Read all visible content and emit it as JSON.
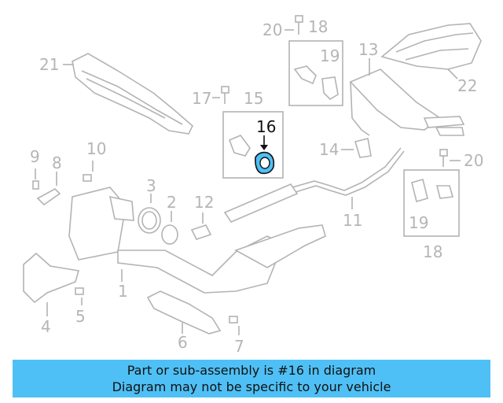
{
  "diagram": {
    "callouts": {
      "c1": "1",
      "c2": "2",
      "c3": "3",
      "c4": "4",
      "c5": "5",
      "c6": "6",
      "c7": "7",
      "c8": "8",
      "c9": "9",
      "c10": "10",
      "c11": "11",
      "c12": "12",
      "c13": "13",
      "c14": "14",
      "c15": "15",
      "c16": "16",
      "c17": "17",
      "c18a": "18",
      "c18b": "18",
      "c19a": "19",
      "c19b": "19",
      "c20a": "20",
      "c20b": "20",
      "c21": "21",
      "c22": "22"
    },
    "highlight_part": "16",
    "highlight_color": "#4fc0f5",
    "line_color": "#b3b3b3"
  },
  "banner": {
    "line1": "Part or sub-assembly is #16 in diagram",
    "line2": "Diagram may not be specific to your vehicle",
    "background": "#4fc0f5"
  }
}
